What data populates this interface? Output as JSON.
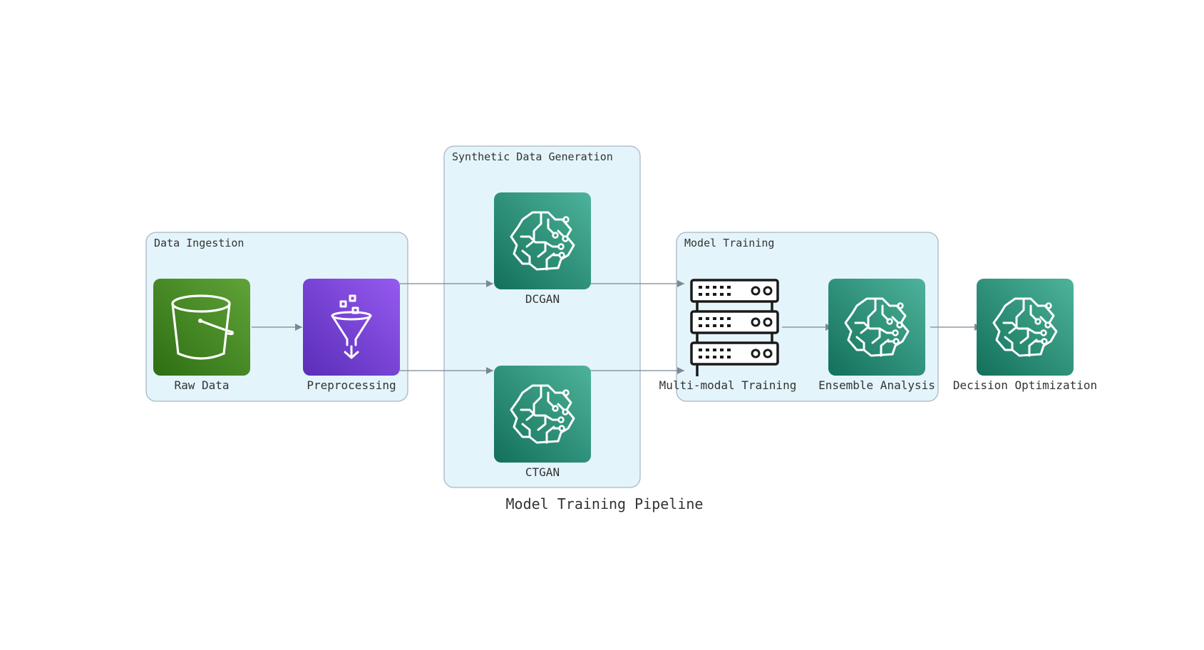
{
  "diagram": {
    "title": "Model Training Pipeline",
    "clusters": {
      "ingestion": "Data Ingestion",
      "synthetic": "Synthetic Data Generation",
      "training": "Model Training"
    },
    "nodes": {
      "raw_data": {
        "label": "Raw Data",
        "icon": "bucket-icon"
      },
      "preprocessing": {
        "label": "Preprocessing",
        "icon": "funnel-icon"
      },
      "dcgan": {
        "label": "DCGAN",
        "icon": "brain-icon"
      },
      "ctgan": {
        "label": "CTGAN",
        "icon": "brain-icon"
      },
      "multimodal": {
        "label": "Multi-modal Training",
        "icon": "server-rack-icon"
      },
      "ensemble": {
        "label": "Ensemble Analysis",
        "icon": "brain-icon"
      },
      "decision": {
        "label": "Decision Optimization",
        "icon": "brain-icon"
      }
    },
    "edges": [
      {
        "from": "raw_data",
        "to": "preprocessing"
      },
      {
        "from": "preprocessing",
        "to": "dcgan"
      },
      {
        "from": "preprocessing",
        "to": "ctgan"
      },
      {
        "from": "dcgan",
        "to": "multimodal"
      },
      {
        "from": "ctgan",
        "to": "multimodal"
      },
      {
        "from": "multimodal",
        "to": "ensemble"
      },
      {
        "from": "ensemble",
        "to": "decision"
      }
    ],
    "colors": {
      "cluster_fill": "#e4f4fb",
      "cluster_stroke": "#a9b6c6",
      "edge": "#7b8894",
      "storage_green_top": "#60a337",
      "storage_green_bottom": "#2e6e14",
      "analytics_purple_top": "#955af0",
      "analytics_purple_bottom": "#5a2db8",
      "ml_teal_top": "#4db39a",
      "ml_teal_bottom": "#13705a",
      "server_black": "#1a1a1a"
    }
  }
}
